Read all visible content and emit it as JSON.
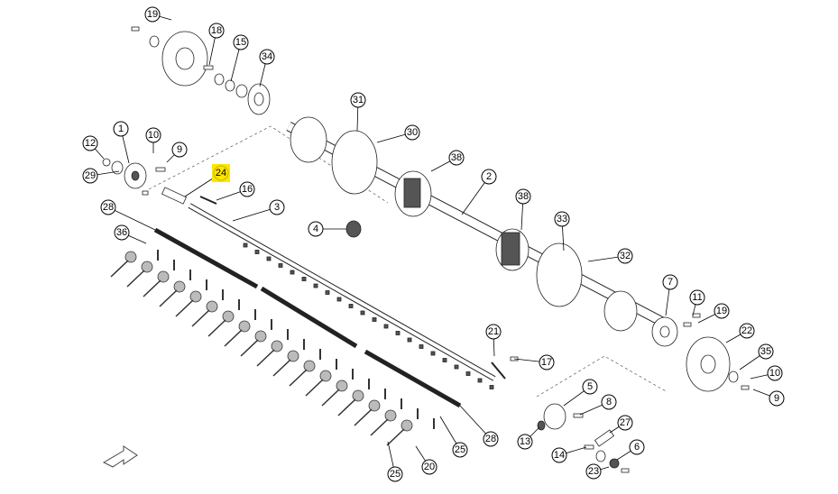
{
  "diagram": {
    "highlighted_callout": "24",
    "callouts": [
      {
        "id": "c19a",
        "label": "19"
      },
      {
        "id": "c18",
        "label": "18"
      },
      {
        "id": "c15",
        "label": "15"
      },
      {
        "id": "c34",
        "label": "34"
      },
      {
        "id": "c31",
        "label": "31"
      },
      {
        "id": "c30",
        "label": "30"
      },
      {
        "id": "c38a",
        "label": "38"
      },
      {
        "id": "c2",
        "label": "2"
      },
      {
        "id": "c38b",
        "label": "38"
      },
      {
        "id": "c33",
        "label": "33"
      },
      {
        "id": "c32",
        "label": "32"
      },
      {
        "id": "c1",
        "label": "1"
      },
      {
        "id": "c10a",
        "label": "10"
      },
      {
        "id": "c12",
        "label": "12"
      },
      {
        "id": "c9a",
        "label": "9"
      },
      {
        "id": "c29",
        "label": "29"
      },
      {
        "id": "c24",
        "label": "24"
      },
      {
        "id": "c16",
        "label": "16"
      },
      {
        "id": "c3",
        "label": "3"
      },
      {
        "id": "c4",
        "label": "4"
      },
      {
        "id": "c28a",
        "label": "28"
      },
      {
        "id": "c36",
        "label": "36"
      },
      {
        "id": "c7",
        "label": "7"
      },
      {
        "id": "c11",
        "label": "11"
      },
      {
        "id": "c19b",
        "label": "19"
      },
      {
        "id": "c22",
        "label": "22"
      },
      {
        "id": "c35",
        "label": "35"
      },
      {
        "id": "c10b",
        "label": "10"
      },
      {
        "id": "c9b",
        "label": "9"
      },
      {
        "id": "c21",
        "label": "21"
      },
      {
        "id": "c17",
        "label": "17"
      },
      {
        "id": "c5",
        "label": "5"
      },
      {
        "id": "c8",
        "label": "8"
      },
      {
        "id": "c27",
        "label": "27"
      },
      {
        "id": "c13",
        "label": "13"
      },
      {
        "id": "c6",
        "label": "6"
      },
      {
        "id": "c14",
        "label": "14"
      },
      {
        "id": "c23",
        "label": "23"
      },
      {
        "id": "c28b",
        "label": "28"
      },
      {
        "id": "c25a",
        "label": "25"
      },
      {
        "id": "c25b",
        "label": "25"
      },
      {
        "id": "c20",
        "label": "20"
      }
    ]
  }
}
